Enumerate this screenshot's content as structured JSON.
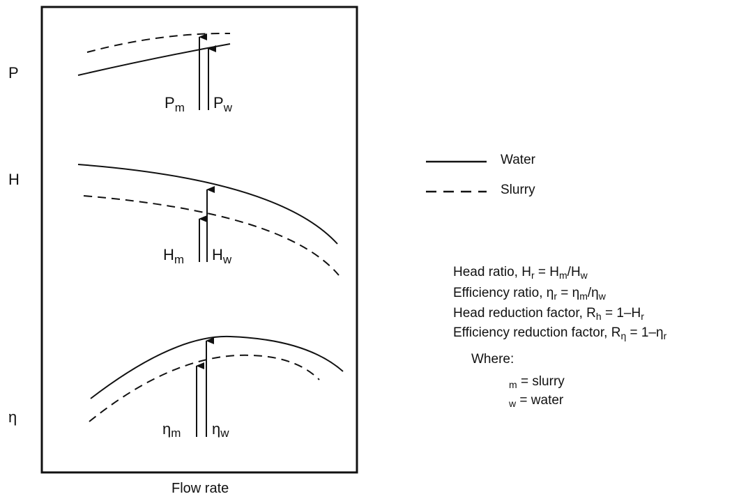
{
  "axis_labels": {
    "p": "P",
    "h": "H",
    "eta": "η",
    "x": "Flow rate"
  },
  "arrow_labels": {
    "p_m": {
      "base": "P",
      "sub": "m"
    },
    "p_w": {
      "base": "P",
      "sub": "w"
    },
    "h_m": {
      "base": "H",
      "sub": "m"
    },
    "h_w": {
      "base": "H",
      "sub": "w"
    },
    "eta_m": {
      "base": "η",
      "sub": "m"
    },
    "eta_w": {
      "base": "η",
      "sub": "w"
    }
  },
  "legend": {
    "water": "Water",
    "slurry": "Slurry"
  },
  "definitions": {
    "head_ratio": {
      "prefix": "Head ratio, H",
      "sub1": "r",
      "mid": " = H",
      "sub2": "m",
      "mid2": "/H",
      "sub3": "w"
    },
    "efficiency_ratio": {
      "prefix": "Efficiency ratio, η",
      "sub1": "r",
      "mid": " = η",
      "sub2": "m",
      "mid2": "/η",
      "sub3": "w"
    },
    "head_reduction": {
      "prefix": "Head reduction factor, R",
      "sub1": "h",
      "mid": " = 1–H",
      "sub2": "r"
    },
    "efficiency_reduction": {
      "prefix": "Efficiency reduction factor, R",
      "sub1": "η",
      "mid": " = 1–η",
      "sub2": "r"
    },
    "where": "Where:",
    "m_def": {
      "sub": "m",
      "text": " = slurry"
    },
    "w_def": {
      "sub": "w",
      "text": " = water"
    }
  }
}
